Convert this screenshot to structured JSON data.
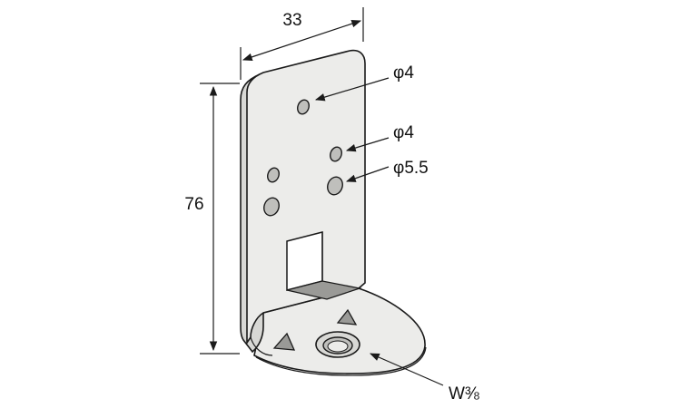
{
  "figure": {
    "subject": "L-shaped metal bracket with base nut"
  },
  "dimensions": {
    "width_label": "33",
    "height_label": "76"
  },
  "callouts": {
    "hole_top": "φ4",
    "hole_middle": "φ4",
    "hole_large": "φ5.5",
    "nut_thread": "W⅜"
  },
  "colors": {
    "line": "#1a1a1a",
    "plate_fill": "#ececea",
    "plate_edge": "#d8d8d5",
    "hole_fill": "#bfbfbc",
    "shadow_fill": "#9a9a97"
  }
}
